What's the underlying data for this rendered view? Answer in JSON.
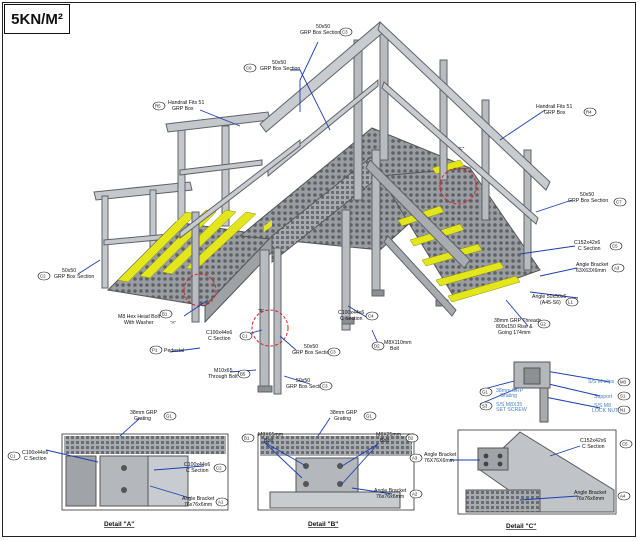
{
  "load_rating": "5KN/M²",
  "callouts": {
    "c1": {
      "tag": "R5",
      "lines": [
        "Handrail Fits 51",
        "GRP Box"
      ]
    },
    "c2": {
      "tag": "C6",
      "lines": [
        "50x50",
        "GRP Box Section"
      ]
    },
    "c3": {
      "tag": "C3",
      "lines": [
        "50x50",
        "GRP Box Section"
      ]
    },
    "c4": {
      "tag": "R4",
      "lines": [
        "Handrail Fits 51",
        "GRP Box"
      ]
    },
    "c5": {
      "tag": "C2",
      "lines": [
        "50x50",
        "GRP Box Section"
      ]
    },
    "c6": {
      "tag": "C7",
      "lines": [
        "50x50",
        "GRP Box Section"
      ]
    },
    "c7": {
      "tag": "C5",
      "lines": [
        "C152x42x6",
        "C Section"
      ]
    },
    "c8": {
      "tag": "A3",
      "lines": [
        "Angle Bracket",
        "63X63X6mm"
      ]
    },
    "c9": {
      "tag": "L1",
      "lines": [
        "Angle 50x50x6",
        "(A45-S6)"
      ]
    },
    "c10": {
      "tag": "G2",
      "lines": [
        "38mm GRP Threads",
        "800x150 Rise &",
        "Going 174mm"
      ]
    },
    "c11": {
      "tag": "B1",
      "lines": [
        "M8 Hex Head Bolt",
        "With Washer"
      ]
    },
    "c12": {
      "tag": "C1",
      "lines": [
        "C100x44x6",
        "C Section"
      ]
    },
    "c13": {
      "tag": "C4",
      "lines": [
        "C100x44x6",
        "C Section"
      ]
    },
    "c14": {
      "tag": "D2",
      "lines": [
        "M8X110mm",
        "Bolt"
      ]
    },
    "c15": {
      "tag": "P1",
      "lines": [
        "Pedestal"
      ]
    },
    "c16": {
      "tag": "B5",
      "lines": [
        "M10x65",
        "Through Bolt"
      ]
    },
    "c17": {
      "tag": "C3",
      "lines": [
        "50x50",
        "GRP Box Section"
      ]
    },
    "c18": {
      "tag": "C3",
      "lines": [
        "50x50",
        "GRP Box Section"
      ]
    },
    "c19": {
      "tag": "G1",
      "lines": [
        "38mm GRP",
        "Grating"
      ]
    },
    "c20": {
      "tag": "S3",
      "lines": [
        "S/S M8X35",
        "SET SCREW"
      ]
    },
    "c21": {
      "tag": "M3",
      "lines": [
        "S/S M-clips"
      ]
    },
    "c22": {
      "tag": "S1",
      "lines": [
        "Support"
      ]
    },
    "c23": {
      "tag": "N1",
      "lines": [
        "S/S M8",
        "LOCK NUT"
      ]
    }
  },
  "details": {
    "a": {
      "title": "Detail \"A\"",
      "labels": [
        {
          "tag": "G1",
          "lines": [
            "38mm GRP",
            "Grating"
          ]
        },
        {
          "tag": "C1",
          "lines": [
            "C100x44x6",
            "C Section"
          ]
        },
        {
          "tag": "C2",
          "lines": [
            "C100x44x6",
            "C Section"
          ]
        },
        {
          "tag": "A1",
          "lines": [
            "Angle Bracket",
            "76x76x6mm"
          ]
        }
      ]
    },
    "b": {
      "title": "Detail \"B\"",
      "labels": [
        {
          "tag": "G1",
          "lines": [
            "38mm GRP",
            "Grating"
          ]
        },
        {
          "tag": "B1",
          "lines": [
            "M8X65mm",
            "Bolt"
          ]
        },
        {
          "tag": "B2",
          "lines": [
            "M8X25mm",
            "Bolt"
          ]
        },
        {
          "tag": "A2",
          "lines": [
            "Angle Bracket",
            "76x76x6mm"
          ]
        }
      ]
    },
    "c": {
      "title": "Detail \"C\"",
      "labels": [
        {
          "tag": "A3",
          "lines": [
            "Angle Bracket",
            "76X76X6mm"
          ]
        },
        {
          "tag": "C5",
          "lines": [
            "C152x42x6",
            "C Section"
          ]
        },
        {
          "tag": "A4",
          "lines": [
            "Angle Bracket",
            "76x76x6mm"
          ]
        }
      ]
    }
  },
  "markers": {
    "a": "\"A\"",
    "b": "\"B\"",
    "c": "\"C\""
  },
  "colors": {
    "steel": "#b8bcc0",
    "steel_dark": "#6f7478",
    "grit": "#e3e61a",
    "leader": "#1b3fb0",
    "circle": "#d62020"
  }
}
